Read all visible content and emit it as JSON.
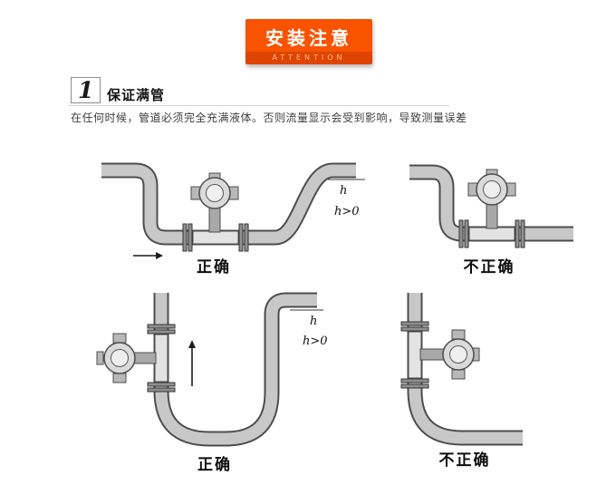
{
  "banner": {
    "title": "安装注意",
    "subtitle": "ATTENTION",
    "bg_color": "#f95300",
    "strip_color": "#df4500",
    "subtitle_color": "#ffbd93"
  },
  "section": {
    "number": "1",
    "title": "保证满管",
    "description": "在任何时候，管道必须完全充满液体。否则流量显示会受到影响，导致测量误差"
  },
  "diagrams": [
    {
      "name": "horizontal-run-with-rise-correct",
      "label": "正确",
      "dim_h": "h",
      "dim_h0": "h>0"
    },
    {
      "name": "horizontal-run-open-end-incorrect",
      "label": "不正确"
    },
    {
      "name": "vertical-upflow-correct",
      "label": "正确",
      "dim_h": "h",
      "dim_h0": "h>0"
    },
    {
      "name": "vertical-downflow-incorrect",
      "label": "不正确"
    }
  ],
  "colors": {
    "pipe_fill": "#c8c8c8",
    "pipe_outline": "#4d4d4d",
    "label_color": "#0d0d0d"
  }
}
